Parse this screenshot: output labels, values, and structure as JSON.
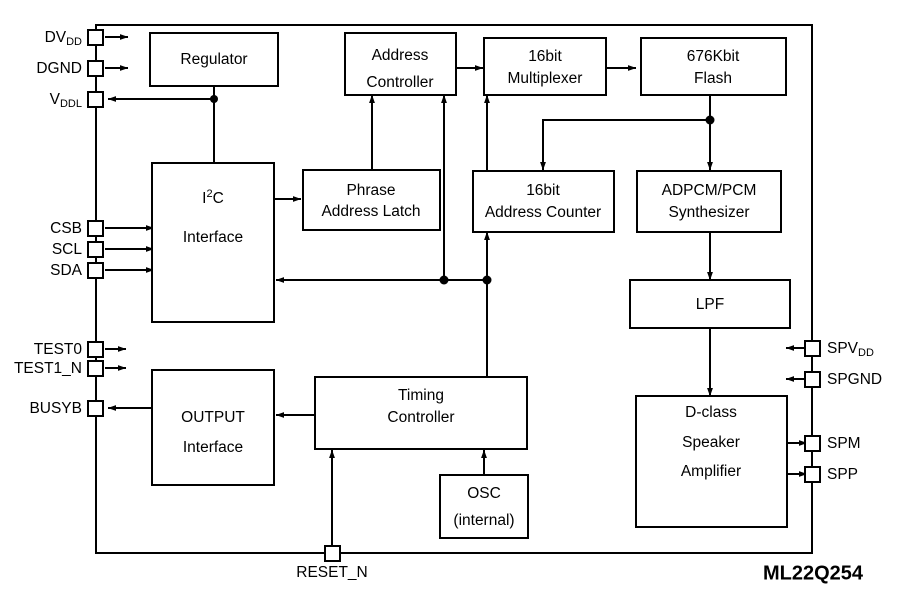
{
  "diagram": {
    "title": "ML22Q254 Block Diagram",
    "part_number": "ML22Q254",
    "colors": {
      "stroke": "#000000",
      "fill": "#ffffff",
      "background": "#ffffff"
    },
    "blocks": [
      {
        "id": "regulator",
        "lines": [
          "Regulator"
        ]
      },
      {
        "id": "address-controller",
        "lines": [
          "Address",
          "Controller"
        ]
      },
      {
        "id": "multiplexer",
        "lines": [
          "16bit",
          "Multiplexer"
        ]
      },
      {
        "id": "flash",
        "lines": [
          "676Kbit",
          "Flash"
        ]
      },
      {
        "id": "i2c-interface",
        "lines": [
          "I2C",
          "Interface"
        ],
        "line0_html": "I<tspan class=\"sup\" dy=\"-5\">2</tspan><tspan dy=\"5\">C</tspan>"
      },
      {
        "id": "phrase-address-latch",
        "lines": [
          "Phrase",
          "Address Latch"
        ]
      },
      {
        "id": "address-counter",
        "lines": [
          "16bit",
          "Address Counter"
        ]
      },
      {
        "id": "adpcm-pcm-synthesizer",
        "lines": [
          "ADPCM/PCM",
          "Synthesizer"
        ]
      },
      {
        "id": "lpf",
        "lines": [
          "LPF"
        ]
      },
      {
        "id": "output-interface",
        "lines": [
          "OUTPUT",
          "Interface"
        ]
      },
      {
        "id": "timing-controller",
        "lines": [
          "Timing",
          "Controller"
        ]
      },
      {
        "id": "osc",
        "lines": [
          "OSC",
          "(internal)"
        ]
      },
      {
        "id": "d-class-amp",
        "lines": [
          "D-class",
          "Speaker",
          "Amplifier"
        ]
      }
    ],
    "block_text": {
      "regulator": "Regulator",
      "address_controller_1": "Address",
      "address_controller_2": "Controller",
      "multiplexer_1": "16bit",
      "multiplexer_2": "Multiplexer",
      "flash_1": "676Kbit",
      "flash_2": "Flash",
      "i2c_1_base": "I",
      "i2c_1_sup": "2",
      "i2c_1_tail": "C",
      "i2c_2": "Interface",
      "phrase_latch_1": "Phrase",
      "phrase_latch_2": "Address Latch",
      "address_counter_1": "16bit",
      "address_counter_2": "Address Counter",
      "synth_1": "ADPCM/PCM",
      "synth_2": "Synthesizer",
      "lpf_1": "LPF",
      "output_if_1": "OUTPUT",
      "output_if_2": "Interface",
      "timing_1": "Timing",
      "timing_2": "Controller",
      "osc_1": "OSC",
      "osc_2": "(internal)",
      "amp_1": "D-class",
      "amp_2": "Speaker",
      "amp_3": "Amplifier"
    },
    "pins": {
      "left": [
        {
          "id": "dvdd",
          "base": "DV",
          "sub": "DD",
          "direction": "in"
        },
        {
          "id": "dgnd",
          "base": "DGND",
          "sub": "",
          "direction": "in"
        },
        {
          "id": "vddl",
          "base": "V",
          "sub": "DDL",
          "direction": "out"
        },
        {
          "id": "csb",
          "base": "CSB",
          "sub": "",
          "direction": "in"
        },
        {
          "id": "scl",
          "base": "SCL",
          "sub": "",
          "direction": "in"
        },
        {
          "id": "sda",
          "base": "SDA",
          "sub": "",
          "direction": "in"
        },
        {
          "id": "test0",
          "base": "TEST0",
          "sub": "",
          "direction": "in"
        },
        {
          "id": "test1_n",
          "base": "TEST1_N",
          "sub": "",
          "direction": "in"
        },
        {
          "id": "busyb",
          "base": "BUSYB",
          "sub": "",
          "direction": "out"
        }
      ],
      "right": [
        {
          "id": "spvdd",
          "base": "SPV",
          "sub": "DD",
          "direction": "in"
        },
        {
          "id": "spgnd",
          "base": "SPGND",
          "sub": "",
          "direction": "in"
        },
        {
          "id": "spm",
          "base": "SPM",
          "sub": "",
          "direction": "out"
        },
        {
          "id": "spp",
          "base": "SPP",
          "sub": "",
          "direction": "out"
        }
      ],
      "bottom": [
        {
          "id": "reset_n",
          "base": "RESET_N",
          "sub": "",
          "direction": "in"
        }
      ]
    },
    "pin_text": {
      "dvdd_base": "DV",
      "dvdd_sub": "DD",
      "dgnd_base": "DGND",
      "dgnd_sub": "",
      "vddl_base": "V",
      "vddl_sub": "DDL",
      "csb": "CSB",
      "scl": "SCL",
      "sda": "SDA",
      "test0": "TEST0",
      "test1_n": "TEST1_N",
      "busyb": "BUSYB",
      "spvdd_base": "SPV",
      "spvdd_sub": "DD",
      "spgnd": "SPGND",
      "spm": "SPM",
      "spp": "SPP",
      "reset_n": "RESET_N"
    }
  }
}
